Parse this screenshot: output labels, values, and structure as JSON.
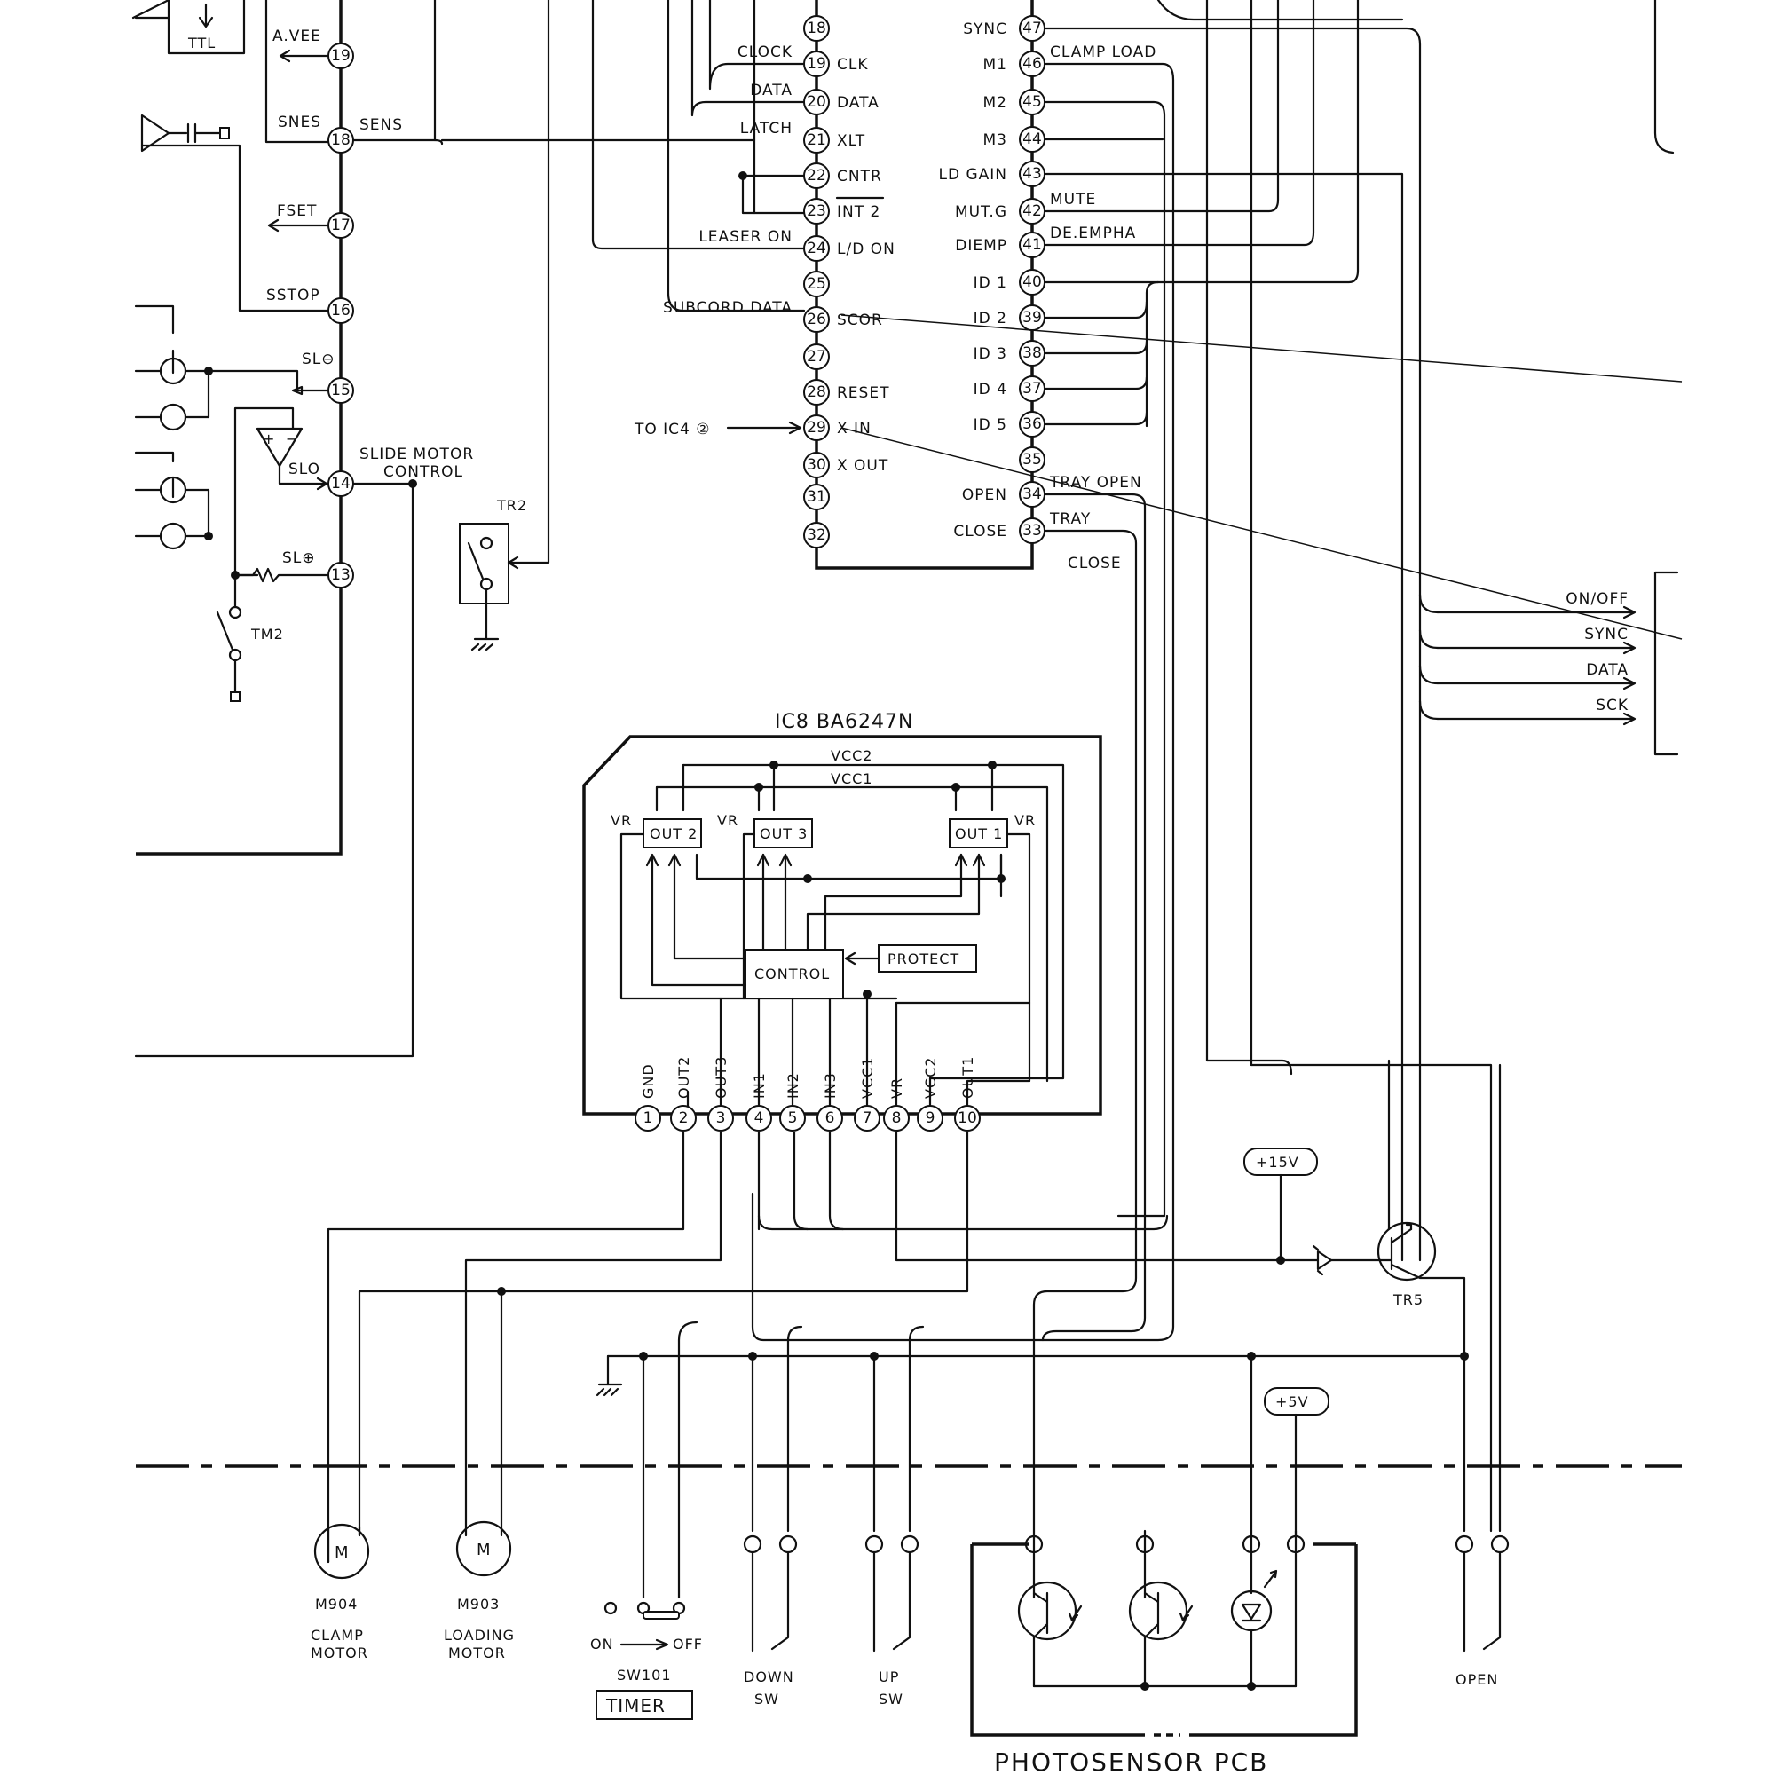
{
  "ic_left": {
    "pins": [
      {
        "num": "19",
        "label": "A.VEE"
      },
      {
        "num": "18",
        "label": "SNES",
        "right": "SENS"
      },
      {
        "num": "17",
        "label": "FSET"
      },
      {
        "num": "16",
        "label": "SSTOP"
      },
      {
        "num": "15",
        "label": "SL⊖"
      },
      {
        "num": "14",
        "label": "SLO"
      },
      {
        "num": "13",
        "label": "SL⊕"
      }
    ],
    "ttl_label": "TTL",
    "slide_motor_control": [
      "SLIDE MOTOR",
      "CONTROL"
    ],
    "tr2": "TR2",
    "tm2": "TM2"
  },
  "ic_main": {
    "left_pins": [
      {
        "num": "18",
        "name": "",
        "net": ""
      },
      {
        "num": "19",
        "name": "CLK",
        "net": "CLOCK"
      },
      {
        "num": "20",
        "name": "DATA",
        "net": "DATA"
      },
      {
        "num": "21",
        "name": "XLT",
        "net": "LATCH"
      },
      {
        "num": "22",
        "name": "CNTR",
        "net": ""
      },
      {
        "num": "23",
        "name": "INT 2",
        "net": ""
      },
      {
        "num": "24",
        "name": "L/D ON",
        "net": "LEASER ON"
      },
      {
        "num": "25",
        "name": "",
        "net": ""
      },
      {
        "num": "26",
        "name": "SCOR",
        "net": "SUBCORD DATA"
      },
      {
        "num": "27",
        "name": "",
        "net": ""
      },
      {
        "num": "28",
        "name": "RESET",
        "net": ""
      },
      {
        "num": "29",
        "name": "X IN",
        "net": ""
      },
      {
        "num": "30",
        "name": "X OUT",
        "net": ""
      },
      {
        "num": "31",
        "name": "",
        "net": ""
      },
      {
        "num": "32",
        "name": "",
        "net": ""
      }
    ],
    "right_pins": [
      {
        "num": "47",
        "name": "SYNC",
        "net": ""
      },
      {
        "num": "46",
        "name": "M1",
        "net": "CLAMP LOAD"
      },
      {
        "num": "45",
        "name": "M2",
        "net": ""
      },
      {
        "num": "44",
        "name": "M3",
        "net": ""
      },
      {
        "num": "43",
        "name": "LD GAIN",
        "net": ""
      },
      {
        "num": "42",
        "name": "MUT.G",
        "net": "MUTE"
      },
      {
        "num": "41",
        "name": "DIEMP",
        "net": "DE.EMPHA"
      },
      {
        "num": "40",
        "name": "ID 1",
        "net": ""
      },
      {
        "num": "39",
        "name": "ID 2",
        "net": ""
      },
      {
        "num": "38",
        "name": "ID 3",
        "net": ""
      },
      {
        "num": "37",
        "name": "ID 4",
        "net": ""
      },
      {
        "num": "36",
        "name": "ID 5",
        "net": ""
      },
      {
        "num": "35",
        "name": "",
        "net": ""
      },
      {
        "num": "34",
        "name": "OPEN",
        "net": "TRAY OPEN"
      },
      {
        "num": "33",
        "name": "CLOSE",
        "net": "TRAY"
      }
    ],
    "tray_close": "CLOSE",
    "to_ic4": "TO IC4 ②"
  },
  "right_bus": [
    "ON/OFF",
    "SYNC",
    "DATA",
    "SCK"
  ],
  "ic8": {
    "title": "IC8  BA6247N",
    "vcc2": "VCC2",
    "vcc1": "VCC1",
    "vr": "VR",
    "out_blocks": [
      "OUT 2",
      "OUT 3",
      "OUT 1"
    ],
    "control": "CONTROL",
    "protect": "PROTECT",
    "pin_names": [
      "GND",
      "OUT2",
      "OUT3",
      "IN1",
      "IN2",
      "IN3",
      "VCC1",
      "VR",
      "VCC2",
      "OUT1"
    ],
    "pin_nums": [
      "1",
      "2",
      "3",
      "4",
      "5",
      "6",
      "7",
      "8",
      "9",
      "10"
    ]
  },
  "power": {
    "v15": "+15V",
    "v5": "+5V",
    "tr5": "TR5"
  },
  "motors": [
    {
      "symbol": "M",
      "ref": "M904",
      "name": [
        "CLAMP",
        "MOTOR"
      ]
    },
    {
      "symbol": "M",
      "ref": "M903",
      "name": [
        "LOADING",
        "MOTOR"
      ]
    }
  ],
  "switches": {
    "sw101": {
      "on": "ON",
      "off": "OFF",
      "ref": "SW101",
      "name": "TIMER"
    },
    "down": [
      "DOWN",
      "SW"
    ],
    "up": [
      "UP",
      "SW"
    ],
    "open": "OPEN"
  },
  "photosensor_title": "PHOTOSENSOR  PCB"
}
